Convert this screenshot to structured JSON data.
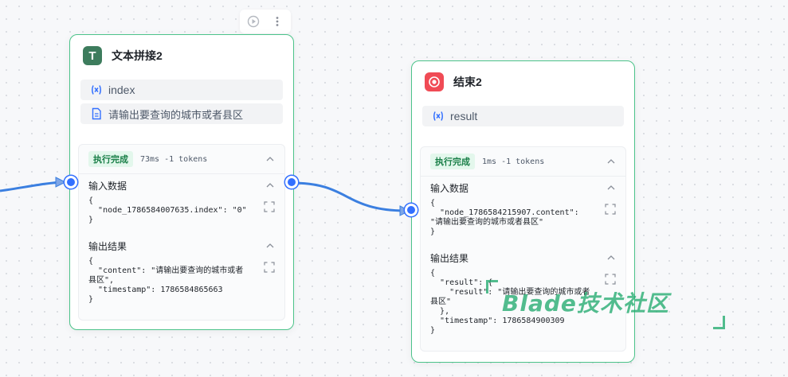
{
  "toolbar": {
    "run_icon": "play-circle-icon",
    "more_icon": "more-vertical-icon"
  },
  "node1": {
    "title": "文本拼接2",
    "icon": "text-T-icon",
    "icon_letter": "T",
    "icon_color": "#3d7c5d",
    "param_var": "index",
    "param_text": "请输出要查询的城市或者县区",
    "status": "执行完成",
    "time": "73ms",
    "tokens": "-1 tokens",
    "input_title": "输入数据",
    "input_json": "{\n  \"node_1786584007635.index\": \"0\"\n}",
    "output_title": "输出结果",
    "output_json": "{\n  \"content\": \"请输出要查询的城市或者县区\",\n  \"timestamp\": 1786584865663\n}"
  },
  "node2": {
    "title": "结束2",
    "icon": "stop-circle-icon",
    "icon_color": "#f04b55",
    "param_var": "result",
    "status": "执行完成",
    "time": "1ms",
    "tokens": "-1 tokens",
    "input_title": "输入数据",
    "input_json": "{\n  \"node_1786584215907.content\": \"请输出要查询的城市或者县区\"\n}",
    "output_title": "输出结果",
    "output_json": "{\n  \"result\": {\n    \"result\": \"请输出要查询的城市或者县区\"\n  },\n  \"timestamp\": 1786584900309\n}"
  },
  "watermark": {
    "text": "Blade技术社区"
  },
  "colors": {
    "accent": "#4cc38a",
    "edge": "#3b7fe0",
    "port": "#3370ff"
  }
}
